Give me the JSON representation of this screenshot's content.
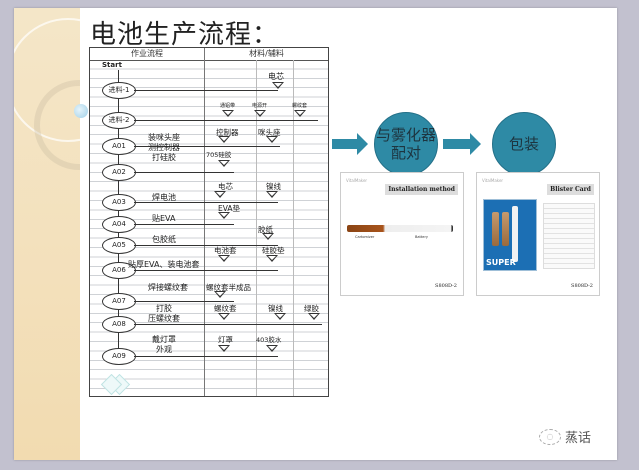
{
  "slide": {
    "title": "电池生产流程："
  },
  "flowchart": {
    "headers": {
      "process": "作业流程",
      "materials": "材料/辅料"
    },
    "start_label": "Start",
    "nodes": [
      "进料-1",
      "进料-2",
      "A01",
      "A02",
      "A03",
      "A04",
      "A05",
      "A06",
      "A07",
      "A08",
      "A09"
    ],
    "step_labels": {
      "a01_line1": "装咪头座",
      "a01_line2": "测控制器",
      "a02": "打硅胶",
      "a03": "焊电池",
      "a04": "贴EVA",
      "a05": "包胶纸",
      "a06": "贴厚EVA、装电池套",
      "a07_pre": "焊接螺纹套",
      "a08_line1": "打胶",
      "a08_line2": "压螺纹套",
      "a09_line1": "戴灯罩",
      "a09_line2": "外观"
    },
    "materials": {
      "in1": "电芯",
      "in2_a": "通铝带",
      "in2_b": "电源开",
      "in2_c": "螺纹套",
      "a01_a": "控制器",
      "a01_b": "咪头座",
      "a02": "705硅胶",
      "a03_a": "电芯",
      "a03_b": "镍线",
      "a04": "EVA垫",
      "a05": "胶纸",
      "a06_a": "电池套",
      "a06_b": "硅胶垫",
      "a07": "螺纹套半成品",
      "a08_a": "螺纹套",
      "a08_b": "镍线",
      "a08_c": "绿胶",
      "a09_a": "灯罩",
      "a09_b": "403胶水"
    }
  },
  "process_steps": [
    {
      "label": "与雾化器\n配对",
      "line1": "与雾化器",
      "line2": "配对"
    },
    {
      "label": "包装"
    }
  ],
  "product_cards": [
    {
      "brand": "VitalMaker",
      "tag": "Installation method",
      "code": "S808D-2",
      "captions": [
        "Cartomizer",
        "Battery"
      ]
    },
    {
      "brand": "VitalMaker",
      "tag": "Blister Card",
      "code": "S808D-2",
      "product_text": "SUPER"
    }
  ],
  "watermark": {
    "text": "蒸话"
  },
  "colors": {
    "accent_teal": "#2e8aa5",
    "background": "#c2c1cf",
    "slide_bg": "#ffffff",
    "deco_panel": "#f3e0bb"
  }
}
